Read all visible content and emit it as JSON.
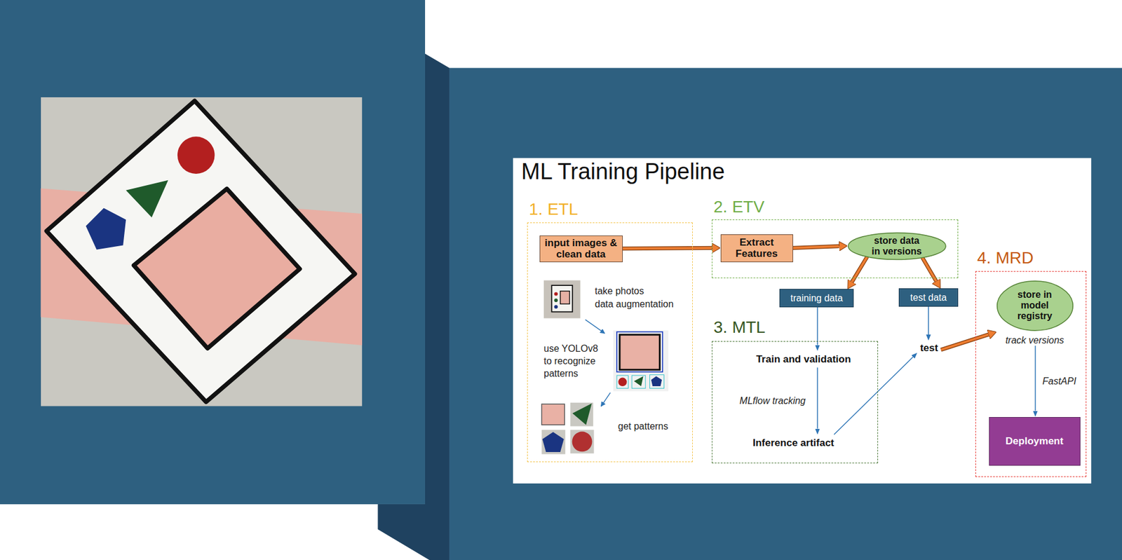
{
  "diagram": {
    "title": "ML Training Pipeline",
    "nodes": [
      {
        "text": [
          "1. ETL"
        ]
      },
      {
        "text": [
          "input images & clean data"
        ],
        "in": 0
      },
      {
        "text": [
          "2. ETV"
        ]
      },
      {
        "text": [
          "Extract Features"
        ],
        "in": 2
      },
      {
        "text": [
          "store data in versions"
        ],
        "in": 2
      },
      {
        "text": [
          "training data"
        ]
      },
      {
        "text": [
          "test data"
        ]
      },
      {
        "text": [
          "3. MTL"
        ]
      },
      {
        "text": [
          "Train and validation"
        ],
        "in": 7
      },
      {
        "text": [
          "Inference artifact"
        ],
        "in": 7
      },
      {
        "text": [
          "test"
        ]
      },
      {
        "text": [
          "4. MRD"
        ]
      },
      {
        "text": [
          "store in model registry",
          "track versions"
        ],
        "in": 11
      },
      {
        "text": [
          "Deployment"
        ],
        "in": 11
      }
    ],
    "edges": [
      {
        "from": 1,
        "to": 3,
        "arrow": "to"
      },
      {
        "from": 3,
        "to": 4,
        "arrow": "to"
      },
      {
        "from": 4,
        "to": 5,
        "arrow": "to"
      },
      {
        "from": 4,
        "to": 6,
        "arrow": "to"
      },
      {
        "from": 5,
        "to": 8,
        "arrow": "to"
      },
      {
        "from": 8,
        "to": 9,
        "arrow": "to",
        "label": "MLflow tracking"
      },
      {
        "from": 9,
        "to": 10,
        "arrow": "to"
      },
      {
        "from": 6,
        "to": 10,
        "arrow": "to"
      },
      {
        "from": 10,
        "to": 12,
        "arrow": "to"
      },
      {
        "from": 12,
        "to": 13,
        "arrow": "to",
        "label": "FastAPI"
      }
    ],
    "labels": [
      "take photos",
      "data augmentation",
      "use YOLOv8 to recognize patterns",
      "get patterns"
    ]
  }
}
